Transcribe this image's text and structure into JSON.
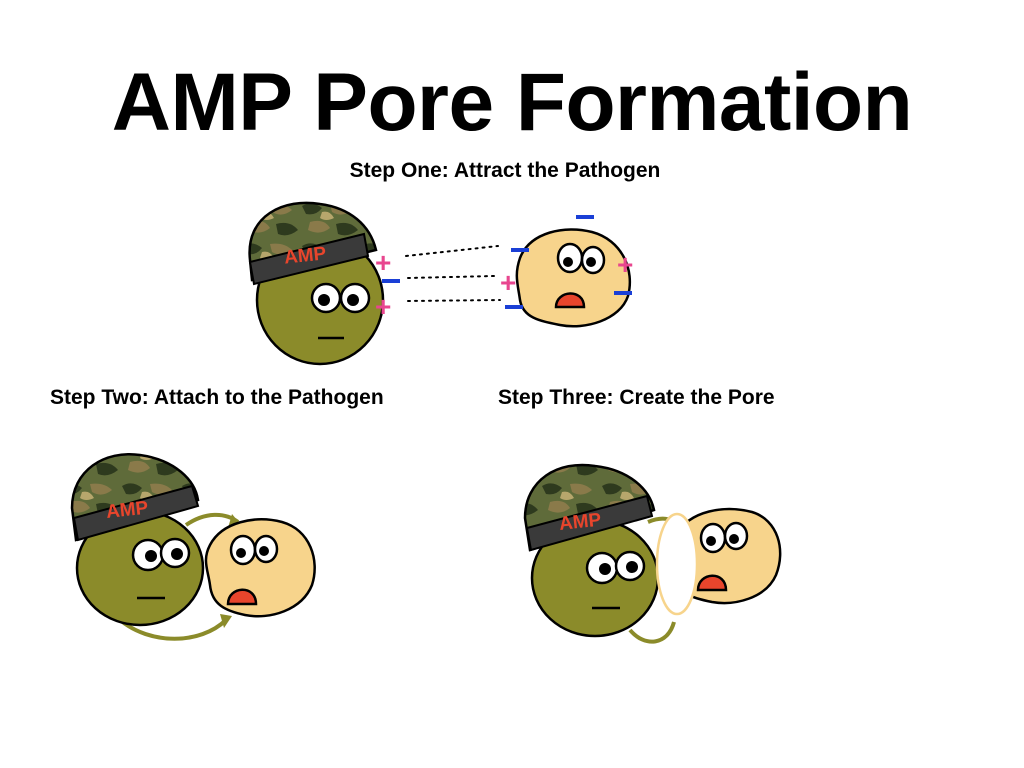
{
  "slide": {
    "title": "AMP Pore Formation",
    "step_one": "Step One: Attract the Pathogen",
    "step_two": "Step Two: Attach to the Pathogen",
    "step_three": "Step Three: Create the Pore"
  },
  "characters": {
    "amp_label": "AMP"
  },
  "charges": {
    "plus": "+",
    "minus": "−"
  },
  "colors": {
    "amp_body": "#8b8b2a",
    "pathogen_body": "#f7d48c",
    "helmet_camo_dark": "#2e3a1e",
    "helmet_band": "#3a3a3a",
    "amp_text": "#e8452c",
    "plus": "#e8468f",
    "minus": "#1a3fd6",
    "mouth": "#e8452c",
    "arrow": "#8b8b2a"
  }
}
